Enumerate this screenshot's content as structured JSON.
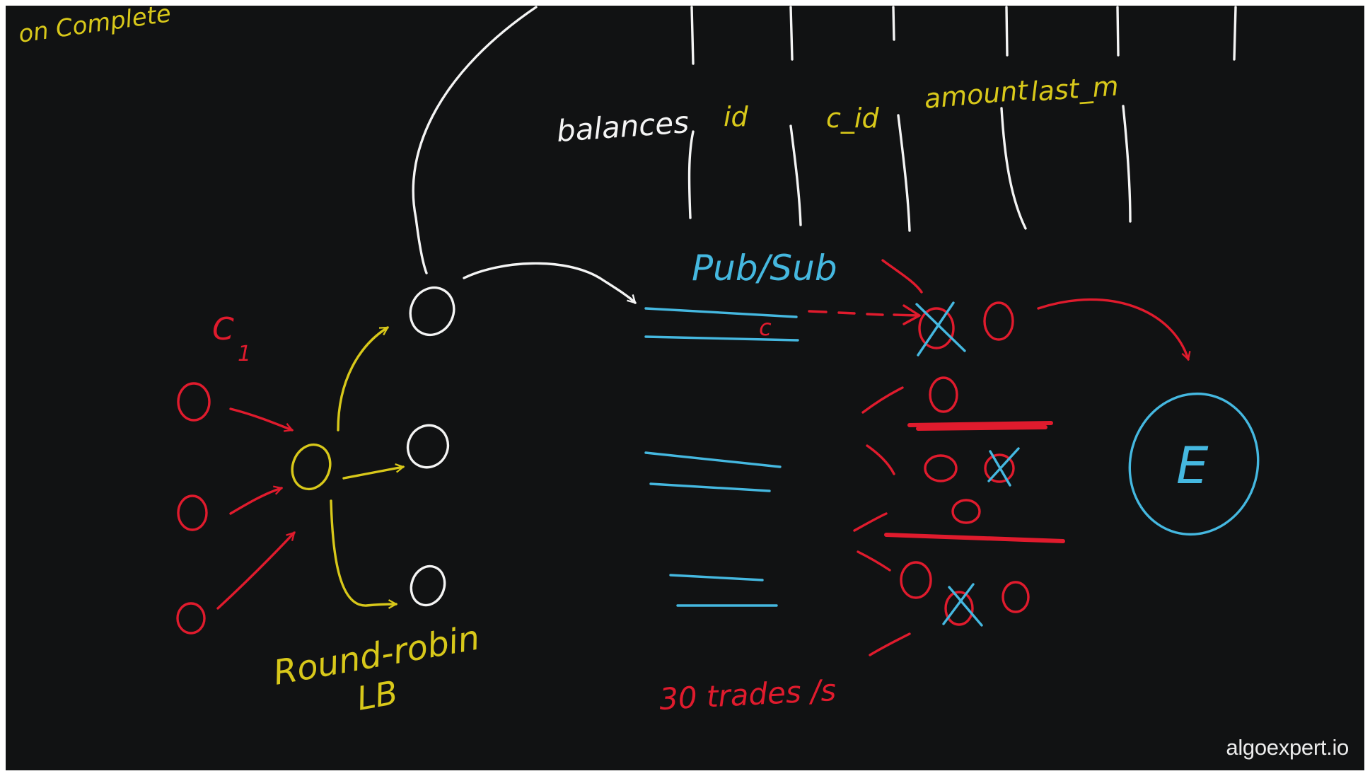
{
  "labels": {
    "on_complete": "on Complete",
    "balances": "balances",
    "col_id": "id",
    "col_c_id": "c_id",
    "col_amount": "amount",
    "col_last_m": "last_m",
    "pub_sub": "Pub/Sub",
    "c1": "C",
    "c1_sub": "1",
    "q_tag": "c",
    "round_robin": "Round-robin",
    "lb": "LB",
    "trades_rate": "30 trades /s",
    "engine": "E"
  },
  "watermark": "algoexpert.io",
  "colors": {
    "background": "#111213",
    "white_ink": "#f4f4f4",
    "yellow_ink": "#d8c81a",
    "red_ink": "#e01b2d",
    "blue_ink": "#45b8e0"
  }
}
